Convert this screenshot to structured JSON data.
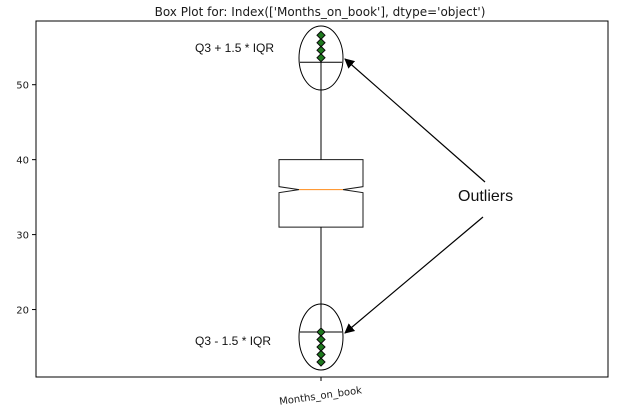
{
  "chart_data": {
    "type": "box",
    "title": "Box Plot for: Index(['Months_on_book'], dtype='object')",
    "categories": [
      "Months_on_book"
    ],
    "ylim": [
      11,
      58.5
    ],
    "yticks": [
      20,
      30,
      40,
      50
    ],
    "notched": true,
    "box": {
      "q1": 31,
      "median": 36,
      "q3": 40,
      "whisker_low": 17,
      "whisker_high": 53,
      "notch_low": 35.6,
      "notch_high": 36.4
    },
    "outliers_high": [
      53.6,
      54.6,
      55.6,
      56.6
    ],
    "outliers_low": [
      13.0,
      14.0,
      15.0,
      16.0,
      17.0
    ],
    "annotations": {
      "upper_label": "Q3 + 1.5 * IQR",
      "lower_label": "Q3 - 1.5 * IQR",
      "outliers_label": "Outliers"
    },
    "colors": {
      "median": "#ff8c1a",
      "outlier_fill": "#1e7a1e",
      "outlier_edge": "#0a0a0a",
      "axes": "#000000",
      "box_edge": "#1a1a1a"
    }
  }
}
